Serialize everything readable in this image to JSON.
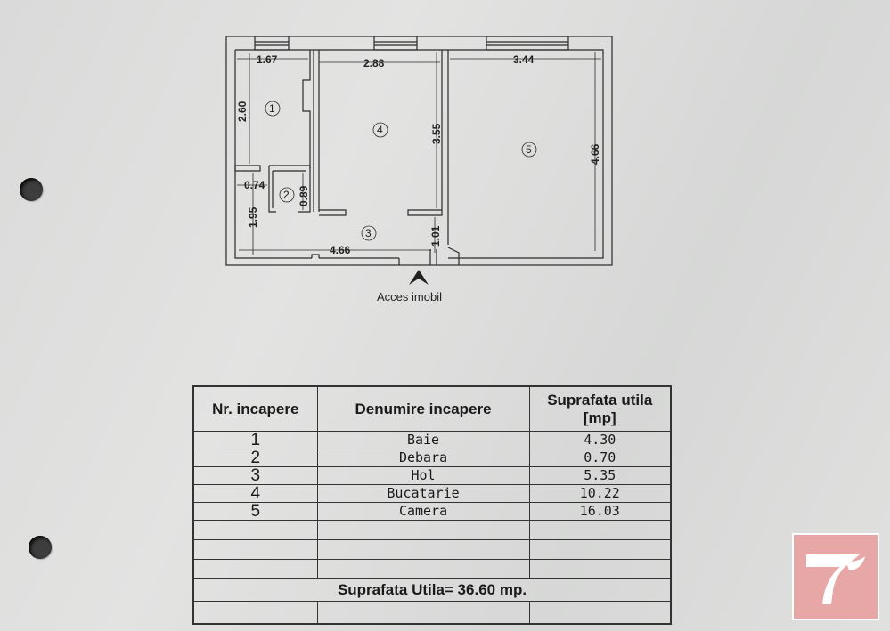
{
  "plan": {
    "dimensions": {
      "d1": "1.67",
      "d2": "2.88",
      "d3": "3.44",
      "d4": "2.60",
      "d5": "3.55",
      "d6": "4.66",
      "d7": "0.74",
      "d8": "0.89",
      "d9": "1.95",
      "d10": "1.01",
      "d11": "4.66"
    },
    "room_numbers": [
      "1",
      "2",
      "3",
      "4",
      "5"
    ],
    "access_label": "Acces imobil"
  },
  "table": {
    "headers": {
      "nr": "Nr. incapere",
      "name": "Denumire incapere",
      "area_line1": "Suprafata utila",
      "area_line2": "[mp]"
    },
    "rows": [
      {
        "nr": "1",
        "name": "Baie",
        "area": "4.30"
      },
      {
        "nr": "2",
        "name": "Debara",
        "area": "0.70"
      },
      {
        "nr": "3",
        "name": "Hol",
        "area": "5.35"
      },
      {
        "nr": "4",
        "name": "Bucatarie",
        "area": "10.22"
      },
      {
        "nr": "5",
        "name": "Camera",
        "area": "16.03"
      }
    ],
    "total": "Suprafata Utila= 36.60 mp."
  },
  "colors": {
    "ink": "#222222",
    "logo_bg": "#e8a7a7"
  },
  "icons": {
    "logo": "bird-logo-icon",
    "access": "chevron-up-icon"
  }
}
